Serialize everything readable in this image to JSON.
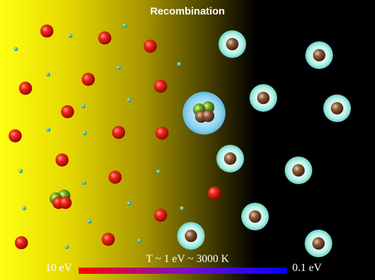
{
  "title": "Recombination",
  "scale": {
    "left_label": "10 eV",
    "right_label": "0.1 eV",
    "center_label": "T ~ 1 eV ~ 3000 K"
  },
  "colors": {
    "hot_bg": "#ffff00",
    "mid_bg": "#9a8a00",
    "cold_bg": "#000000",
    "proton": "#e01010",
    "electron": "#20a8a0",
    "neutron": "#4a9a20",
    "atom_shell": "#a8f0e8",
    "photon": "#f0e000",
    "scale_left": "#ff0000",
    "scale_right": "#0000ff"
  }
}
